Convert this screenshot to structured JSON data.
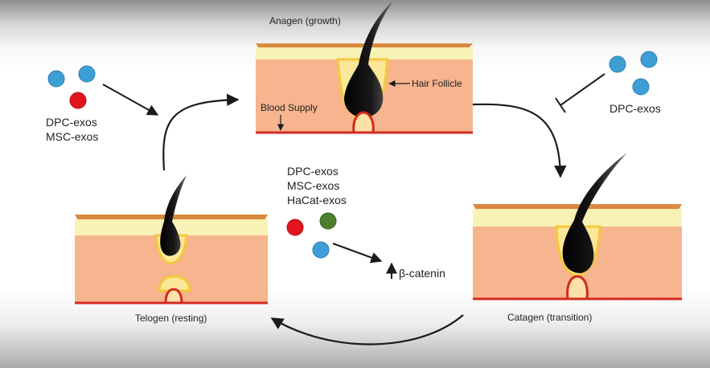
{
  "stages": {
    "anagen": "Anagen (growth)",
    "catagen": "Catagen (transition)",
    "telogen": "Telogen (resting)"
  },
  "annotations": {
    "hair_follicle": "Hair Follicle",
    "blood_supply": "Blood Supply"
  },
  "exosome_groups": {
    "top_left": [
      "DPC-exos",
      "MSC-exos"
    ],
    "top_right": [
      "DPC-exos"
    ],
    "center": [
      "DPC-exos",
      "MSC-exos",
      "HaCat-exos"
    ]
  },
  "center_effect": "β-catenin",
  "colors": {
    "skin_top": "#d98a3f",
    "epidermis": "#f8f2b6",
    "dermis": "#f6b58e",
    "blood_line": "#d42a1f",
    "hair": "#111111",
    "follicle_outline": "#f3c93a",
    "blue_exo": "#3d9fd6",
    "red_exo": "#e3141e",
    "green_exo": "#4e7f2c"
  }
}
